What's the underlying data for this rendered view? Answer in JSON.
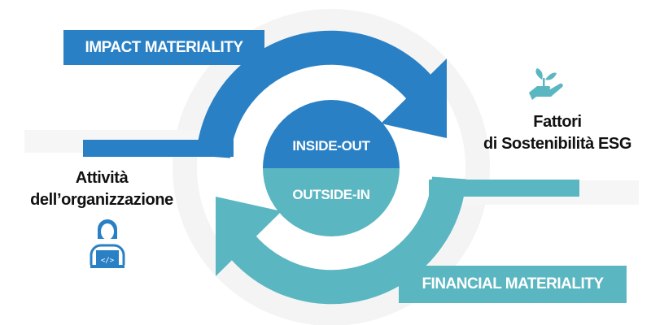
{
  "diagram": {
    "impact_label": "IMPACT MATERIALITY",
    "financial_label": "FINANCIAL MATERIALITY",
    "inside_out": "INSIDE-OUT",
    "outside_in": "OUTSIDE-IN",
    "left_text": [
      "Attività",
      "dell’organizzazione"
    ],
    "right_text": [
      "Fattori",
      "di Sostenibilità ESG"
    ],
    "icons": [
      "developer-person-icon",
      "plant-hand-icon"
    ]
  },
  "colors": {
    "blue": "#2a80c5",
    "teal": "#5ab6c1",
    "gray": "#f4f4f4"
  }
}
